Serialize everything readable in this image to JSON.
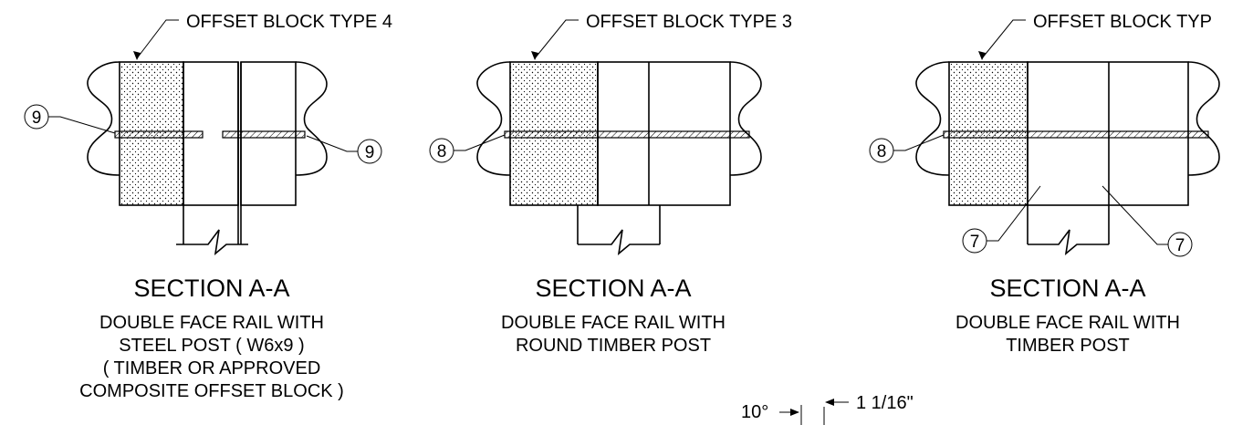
{
  "sections": [
    {
      "callout": "OFFSET BLOCK TYPE 4",
      "title": "SECTION A-A",
      "subtitle_lines": [
        "DOUBLE FACE RAIL WITH",
        "STEEL POST ( W6x9 )",
        "( TIMBER OR APPROVED",
        "COMPOSITE OFFSET BLOCK )"
      ],
      "markers": [
        "9",
        "9"
      ]
    },
    {
      "callout": "OFFSET BLOCK TYPE 3",
      "title": "SECTION A-A",
      "subtitle_lines": [
        "DOUBLE FACE RAIL WITH",
        "ROUND TIMBER POST"
      ],
      "markers": [
        "8"
      ]
    },
    {
      "callout": "OFFSET BLOCK TYP",
      "title": "SECTION A-A",
      "subtitle_lines": [
        "DOUBLE FACE RAIL WITH",
        "TIMBER POST"
      ],
      "markers": [
        "8",
        "7",
        "7"
      ]
    }
  ],
  "detail": {
    "angle": "10°",
    "dimension": "1 1/16\""
  }
}
